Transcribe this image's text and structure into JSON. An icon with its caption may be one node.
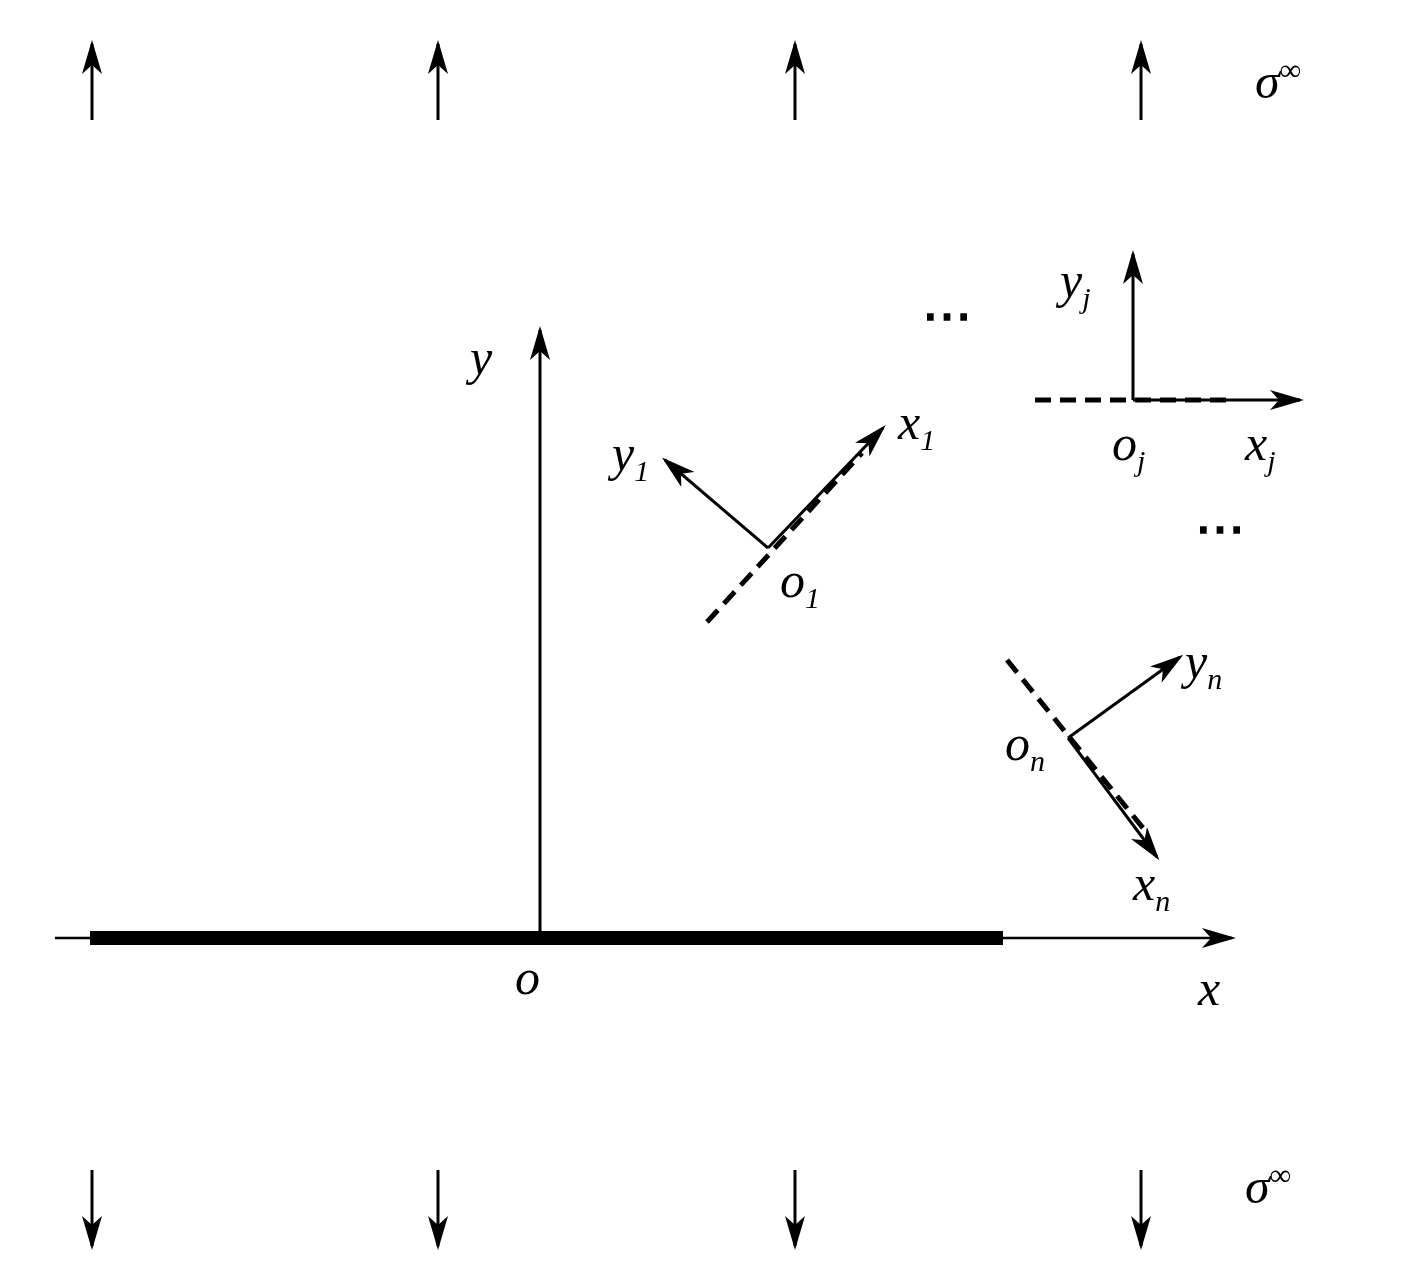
{
  "diagram": {
    "labels": [
      "σ$^{∞}$",
      "y$_{j}$",
      "⋯",
      "y",
      "x$_{1}$",
      "o$_{j}$",
      "x$_{j}$",
      "y$_{1}$",
      "⋯",
      "o$_{1}$",
      "y$_{n}$",
      "o$_{n}$",
      "x$_{n}$",
      "o",
      "x",
      "σ$^{∞}$"
    ]
  }
}
